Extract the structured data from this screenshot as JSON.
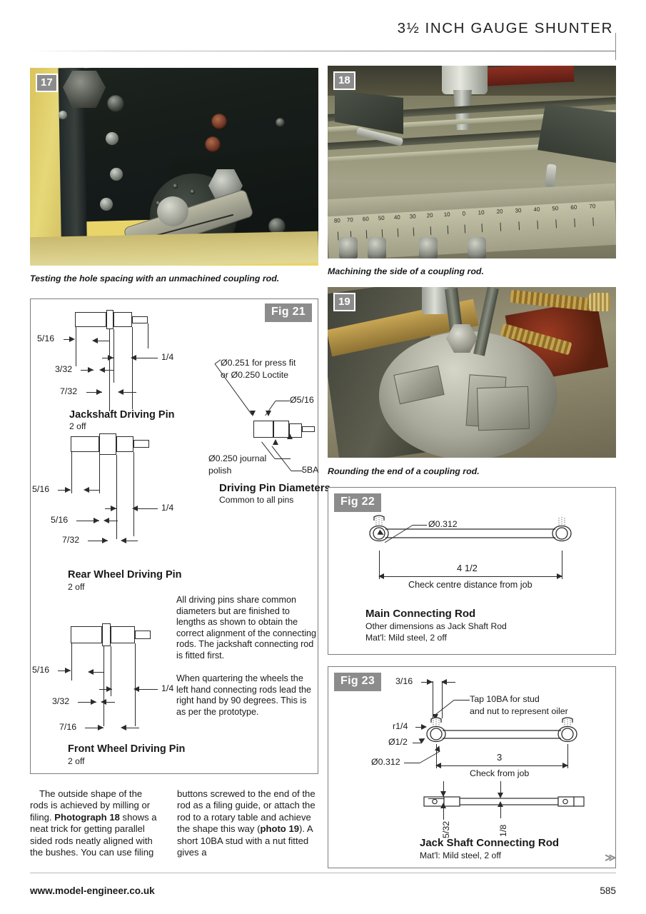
{
  "header": {
    "title": "3½ INCH GAUGE SHUNTER"
  },
  "photos": [
    {
      "badge": "17",
      "caption": "Testing the hole spacing with an unmachined coupling rod."
    },
    {
      "badge": "18",
      "caption": "Machining the side of a coupling rod."
    },
    {
      "badge": "19",
      "caption": "Rounding the end of a coupling rod."
    }
  ],
  "fig21": {
    "tag": "Fig 21",
    "drawings": [
      {
        "title": "Jackshaft Driving Pin",
        "qty": "2 off",
        "dims": [
          "5/16",
          "1/4",
          "3/32",
          "7/32"
        ]
      },
      {
        "title": "Rear Wheel Driving Pin",
        "qty": "2 off",
        "dims": [
          "5/16",
          "1/4",
          "5/16",
          "7/32"
        ]
      },
      {
        "title": "Front Wheel Driving Pin",
        "qty": "2 off",
        "dims": [
          "5/16",
          "1/4",
          "3/32",
          "7/16"
        ]
      }
    ],
    "diameters": {
      "title": "Driving Pin Diameters",
      "subtitle": "Common to all pins",
      "label_press_fit": "Ø0.251 for press fit",
      "label_press_fit2": "or Ø0.250 Loctite",
      "label_dia_516": "Ø5/16",
      "label_5ba": "5BA",
      "label_journal": "Ø0.250 journal",
      "label_journal2": "polish"
    },
    "notes": [
      "All driving pins share common diameters but are finished to lengths as shown to obtain the correct alignment of the connecting rods. The jackshaft connecting rod is fitted first.",
      "When quartering the wheels the left hand connecting rods lead the right hand by 90 degrees. This is as per the prototype."
    ]
  },
  "fig22": {
    "tag": "Fig 22",
    "bore_label": "Ø0.312",
    "length_dim": "4 1/2",
    "length_note": "Check centre distance from job",
    "title": "Main Connecting Rod",
    "sub1": "Other dimensions as Jack Shaft Rod",
    "sub2": "Mat'l: Mild steel, 2 off"
  },
  "fig23": {
    "tag": "Fig 23",
    "dim_316": "3/16",
    "tap_note1": "Tap 10BA for stud",
    "tap_note2": "and nut to represent oiler",
    "radius_label": "r1/4",
    "dia_half": "Ø1/2",
    "bore_label": "Ø0.312",
    "length_dim": "3",
    "length_note": "Check from job",
    "thick_532": "5/32",
    "thick_18": "1/8",
    "title": "Jack Shaft Connecting Rod",
    "sub1": "Mat'l: Mild steel, 2 off"
  },
  "body": {
    "col1_part1": "The outside shape of the rods is achieved by milling or filing. ",
    "col1_bold": "Photograph 18",
    "col1_part2": " shows a neat trick for getting parallel sided rods neatly aligned with the bushes. You can use filing",
    "col2_part1": "buttons screwed to the end of the rod as a filing guide, or attach the rod to a rotary table and achieve the shape this way (",
    "col2_bold": "photo 19",
    "col2_part2": "). A short 10BA stud with a nut fitted gives a"
  },
  "footer": {
    "url": "www.model-engineer.co.uk",
    "page": "585",
    "continuation": "≫"
  },
  "colors": {
    "tag_grey": "#8c8c8c",
    "ink": "#1a1a1a",
    "rule": "#b9b9b9"
  }
}
